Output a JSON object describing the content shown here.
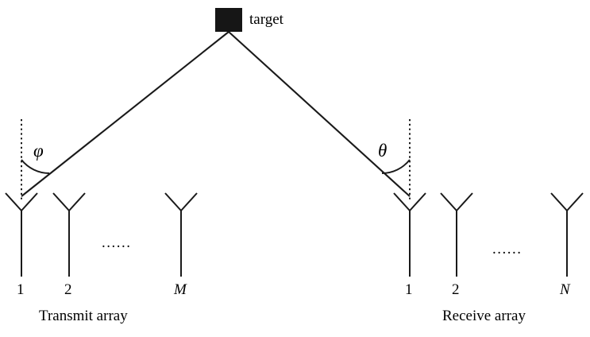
{
  "diagram": {
    "title_label": "target",
    "target_marker": "filled-square",
    "angles": [
      {
        "id": "phi",
        "symbol": "φ",
        "side": "transmit"
      },
      {
        "id": "theta",
        "symbol": "θ",
        "side": "receive"
      }
    ],
    "arrays": [
      {
        "id": "transmit",
        "caption": "Transmit  array",
        "ellipsis": "......",
        "elements": [
          {
            "label": "1",
            "italic": false
          },
          {
            "label": "2",
            "italic": false
          },
          {
            "label": "M",
            "italic": true
          }
        ]
      },
      {
        "id": "receive",
        "caption": "Receive  array",
        "ellipsis": "......",
        "elements": [
          {
            "label": "1",
            "italic": false
          },
          {
            "label": "2",
            "italic": false
          },
          {
            "label": "N",
            "italic": true
          }
        ]
      }
    ],
    "colors": {
      "stroke": "#1a1a1a",
      "marker_fill": "#161616",
      "background": "#ffffff"
    }
  }
}
